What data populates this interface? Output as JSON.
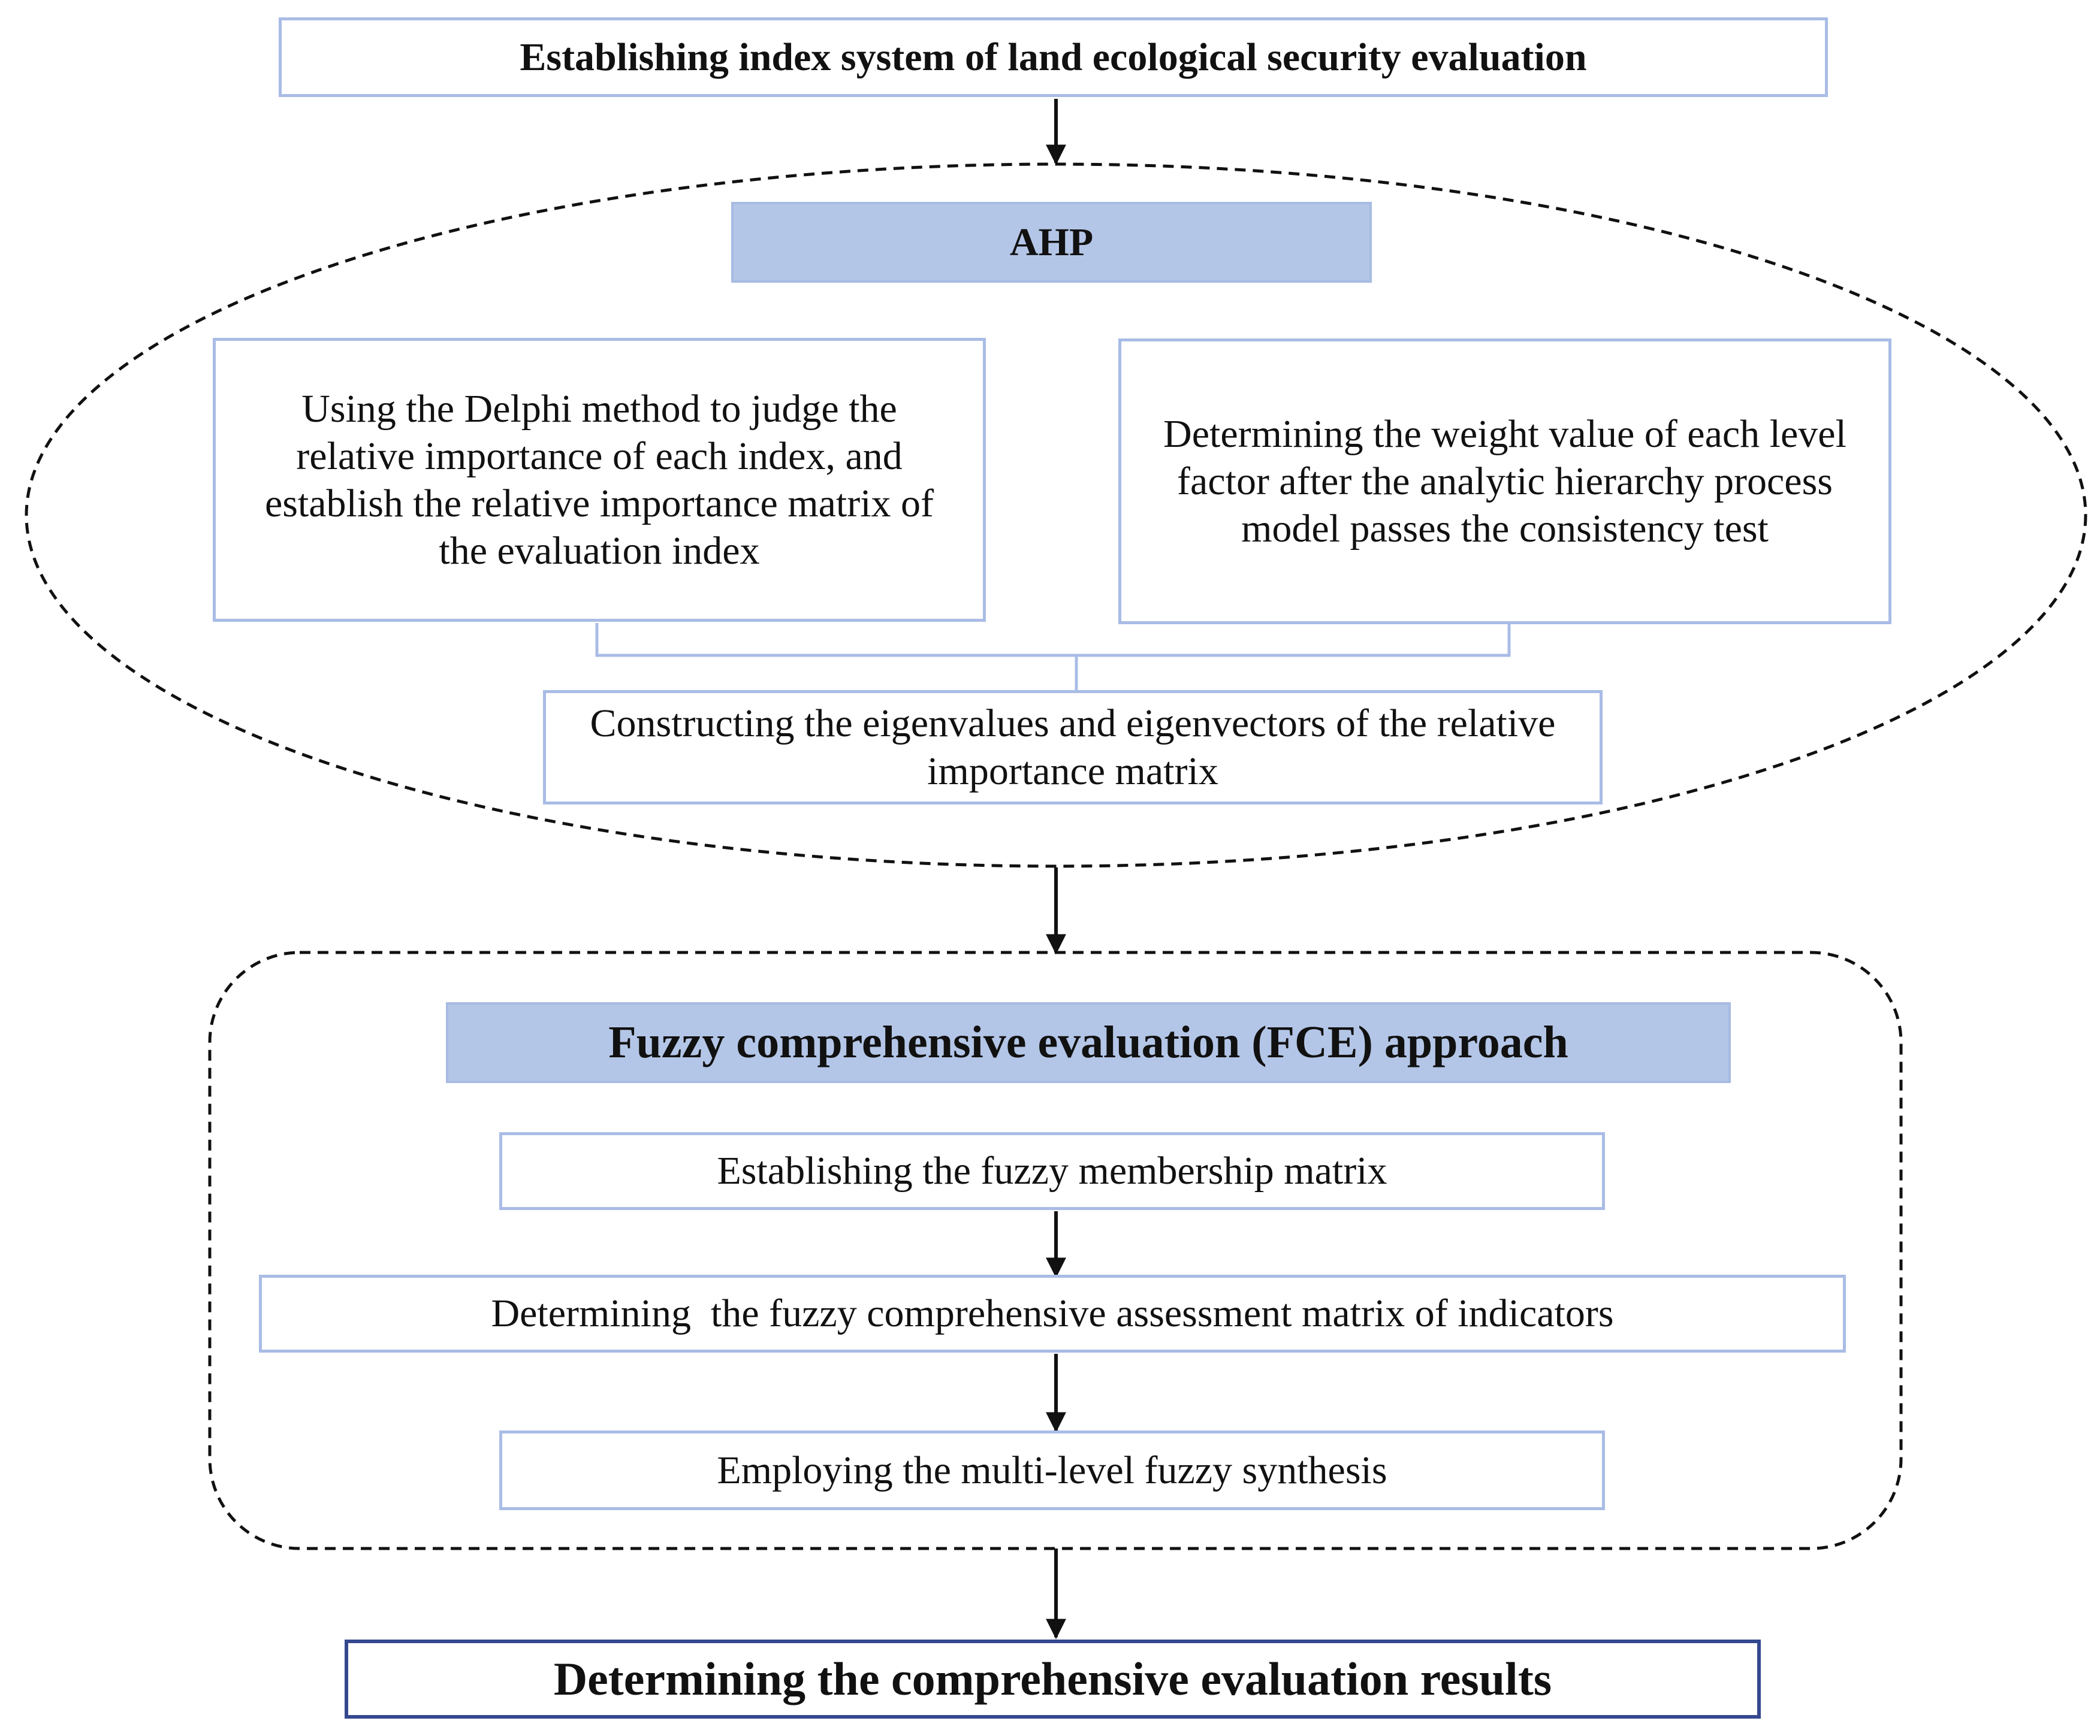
{
  "diagram": {
    "top_box": "Establishing index system of land ecological security evaluation",
    "ahp": {
      "title": "AHP",
      "left_box": "Using the Delphi method to judge the relative importance of each index, and establish the relative importance matrix of the evaluation index",
      "right_box": "Determining the weight value of each level factor after the analytic hierarchy process model passes the consistency test",
      "bottom_box": "Constructing the eigenvalues and eigenvectors of the relative importance matrix"
    },
    "fce": {
      "title": "Fuzzy comprehensive evaluation (FCE) approach",
      "steps": [
        "Establishing the fuzzy membership matrix",
        "Determining  the fuzzy comprehensive assessment matrix of indicators",
        "Employing the multi-level fuzzy synthesis"
      ]
    },
    "final_box": "Determining the comprehensive evaluation results"
  }
}
